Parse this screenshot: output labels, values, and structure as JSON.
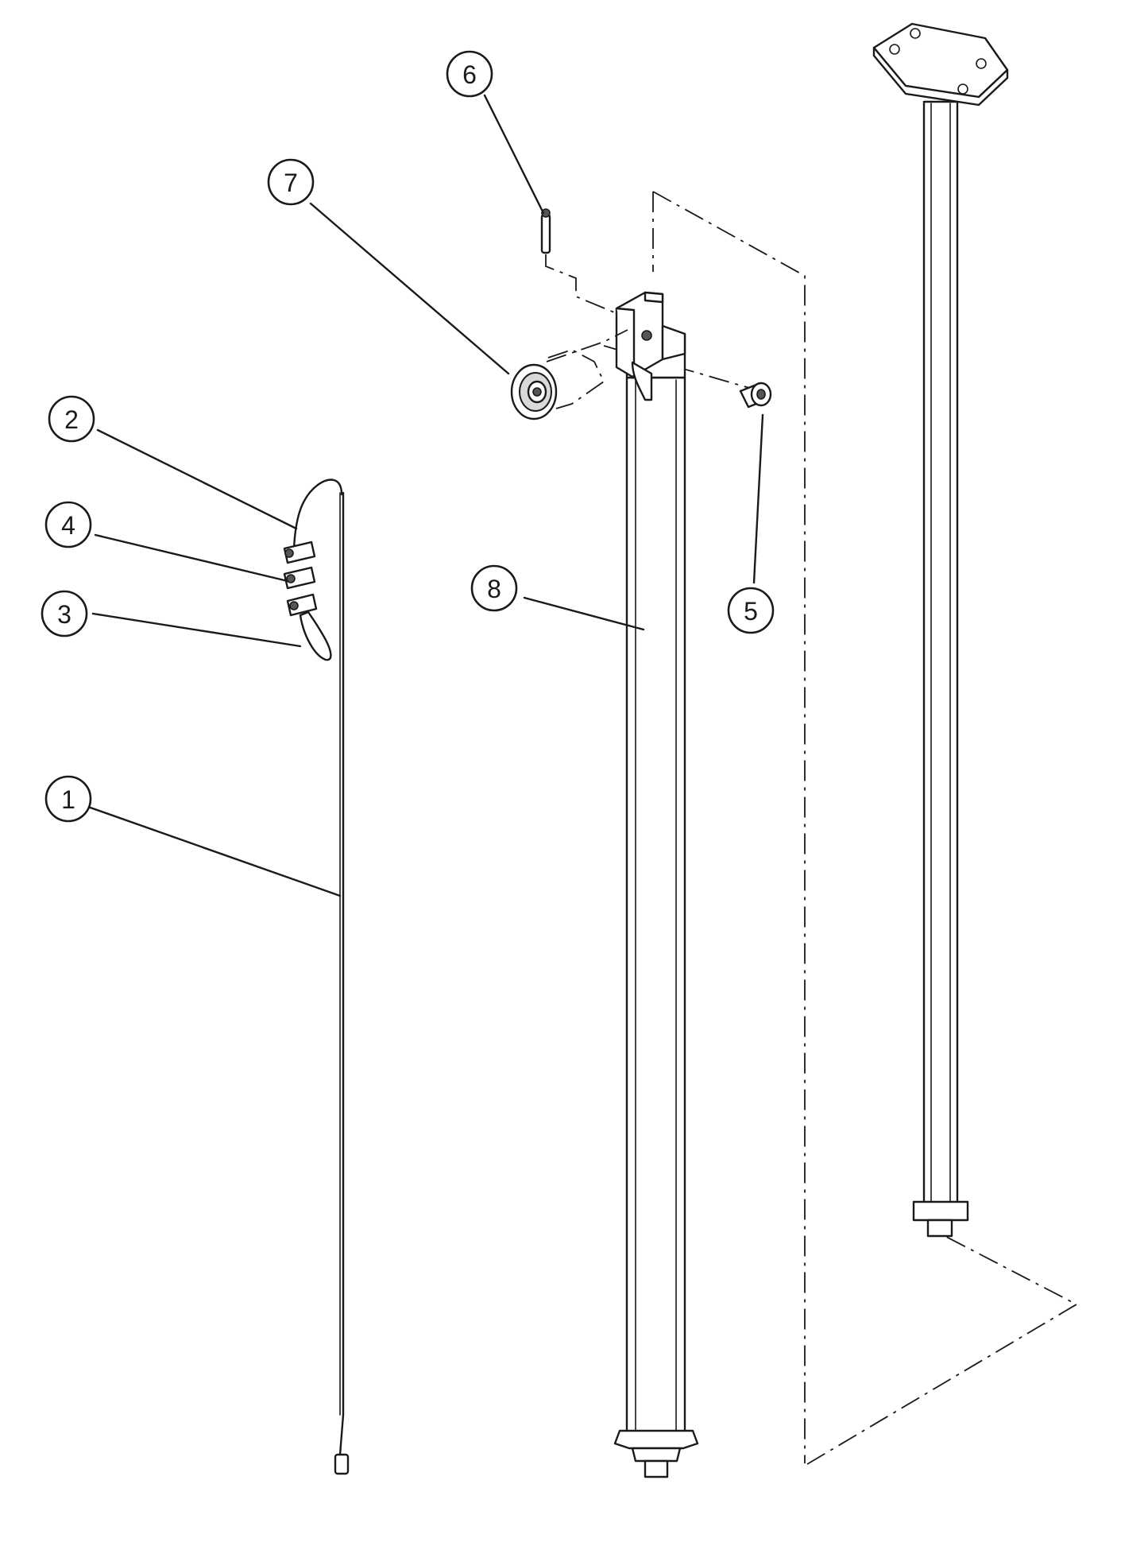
{
  "callouts": [
    {
      "label": "1"
    },
    {
      "label": "2"
    },
    {
      "label": "3"
    },
    {
      "label": "4"
    },
    {
      "label": "5"
    },
    {
      "label": "6"
    },
    {
      "label": "7"
    },
    {
      "label": "8"
    }
  ],
  "colors": {
    "line": "#1a1a1a",
    "background": "#ffffff",
    "shade": "#d9d9d9"
  }
}
